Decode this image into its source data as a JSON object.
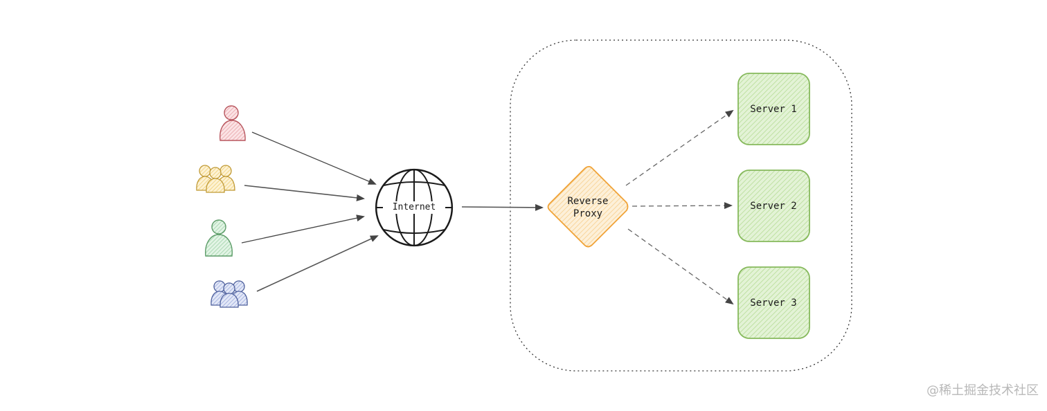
{
  "diagram": {
    "internet_label": "Internet",
    "proxy_label": "Reverse\nProxy",
    "servers": [
      {
        "label": "Server 1"
      },
      {
        "label": "Server 2"
      },
      {
        "label": "Server 3"
      }
    ],
    "users": [
      {
        "kind": "single-user",
        "color": "#e8a3a8",
        "stroke": "#b8565e"
      },
      {
        "kind": "user-group",
        "color": "#f3d68a",
        "stroke": "#c09a36"
      },
      {
        "kind": "single-user",
        "color": "#a8d8b0",
        "stroke": "#5c9c68"
      },
      {
        "kind": "user-group",
        "color": "#a9b7e0",
        "stroke": "#4d5f9c"
      }
    ],
    "colors": {
      "server_fill": "#d3ecc0",
      "server_stroke": "#86b95c",
      "proxy_fill": "#fbe2b8",
      "proxy_stroke": "#f0a236",
      "arrow": "#444444"
    }
  },
  "watermark": "@稀土掘金技术社区"
}
